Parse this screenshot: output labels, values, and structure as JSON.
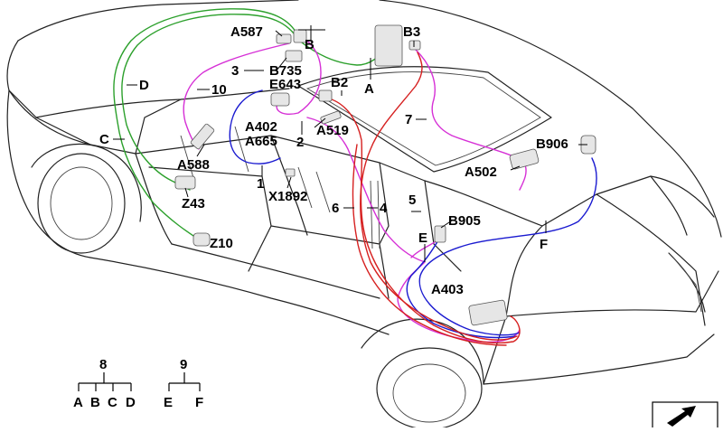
{
  "colors": {
    "green": "#2ca02c",
    "magenta": "#d630d6",
    "blue": "#1a1ad0",
    "red": "#d62020",
    "outline": "#222222"
  },
  "labels": {
    "A587": "A587",
    "B": "B",
    "B3": "B3",
    "n3": "3",
    "B735": "B735",
    "E643": "E643",
    "B2": "B2",
    "A": "A",
    "D": "D",
    "n10": "10",
    "n7": "7",
    "C": "C",
    "A402": "A402",
    "A665": "A665",
    "n2": "2",
    "A519": "A519",
    "B906": "B906",
    "A588": "A588",
    "n1": "1",
    "A502": "A502",
    "Z43": "Z43",
    "X1892": "X1892",
    "n6": "6",
    "n4": "4",
    "n5": "5",
    "B905": "B905",
    "Z10": "Z10",
    "E": "E",
    "F": "F",
    "A403": "A403"
  },
  "legend": {
    "group8": {
      "label": "8",
      "children": [
        "A",
        "B",
        "C",
        "D"
      ]
    },
    "group9": {
      "label": "9",
      "children": [
        "E",
        "F"
      ]
    }
  },
  "icons": {
    "corner": "direction-arrow-icon"
  }
}
